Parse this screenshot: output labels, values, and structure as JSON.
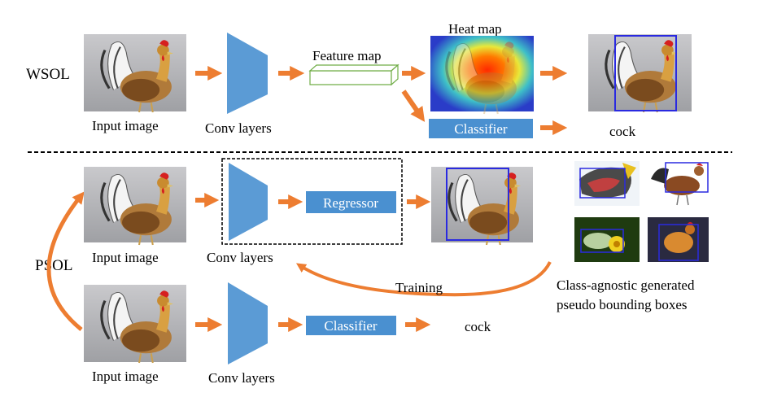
{
  "wsol": {
    "row_label": "WSOL",
    "input_label": "Input image",
    "conv_label": "Conv layers",
    "feature_label": "Feature map",
    "heatmap_label": "Heat map",
    "classifier_label": "Classifier",
    "output_label": "cock"
  },
  "psol": {
    "row_label": "PSOL",
    "top_input_label": "Input image",
    "top_conv_label": "Conv layers",
    "regressor_label": "Regressor",
    "training_label": "Training",
    "pseudo_boxes_caption_line1": "Class-agnostic generated",
    "pseudo_boxes_caption_line2": "pseudo bounding boxes",
    "bottom_input_label": "Input image",
    "bottom_conv_label": "Conv layers",
    "classifier_label": "Classifier",
    "output_label": "cock"
  },
  "colors": {
    "conv_blue": "#5b9bd5",
    "arrow_orange": "#ed7d31",
    "box_blue": "#2a2ae0",
    "feature_green": "#70ad47",
    "button_blue": "#4a90d0"
  }
}
